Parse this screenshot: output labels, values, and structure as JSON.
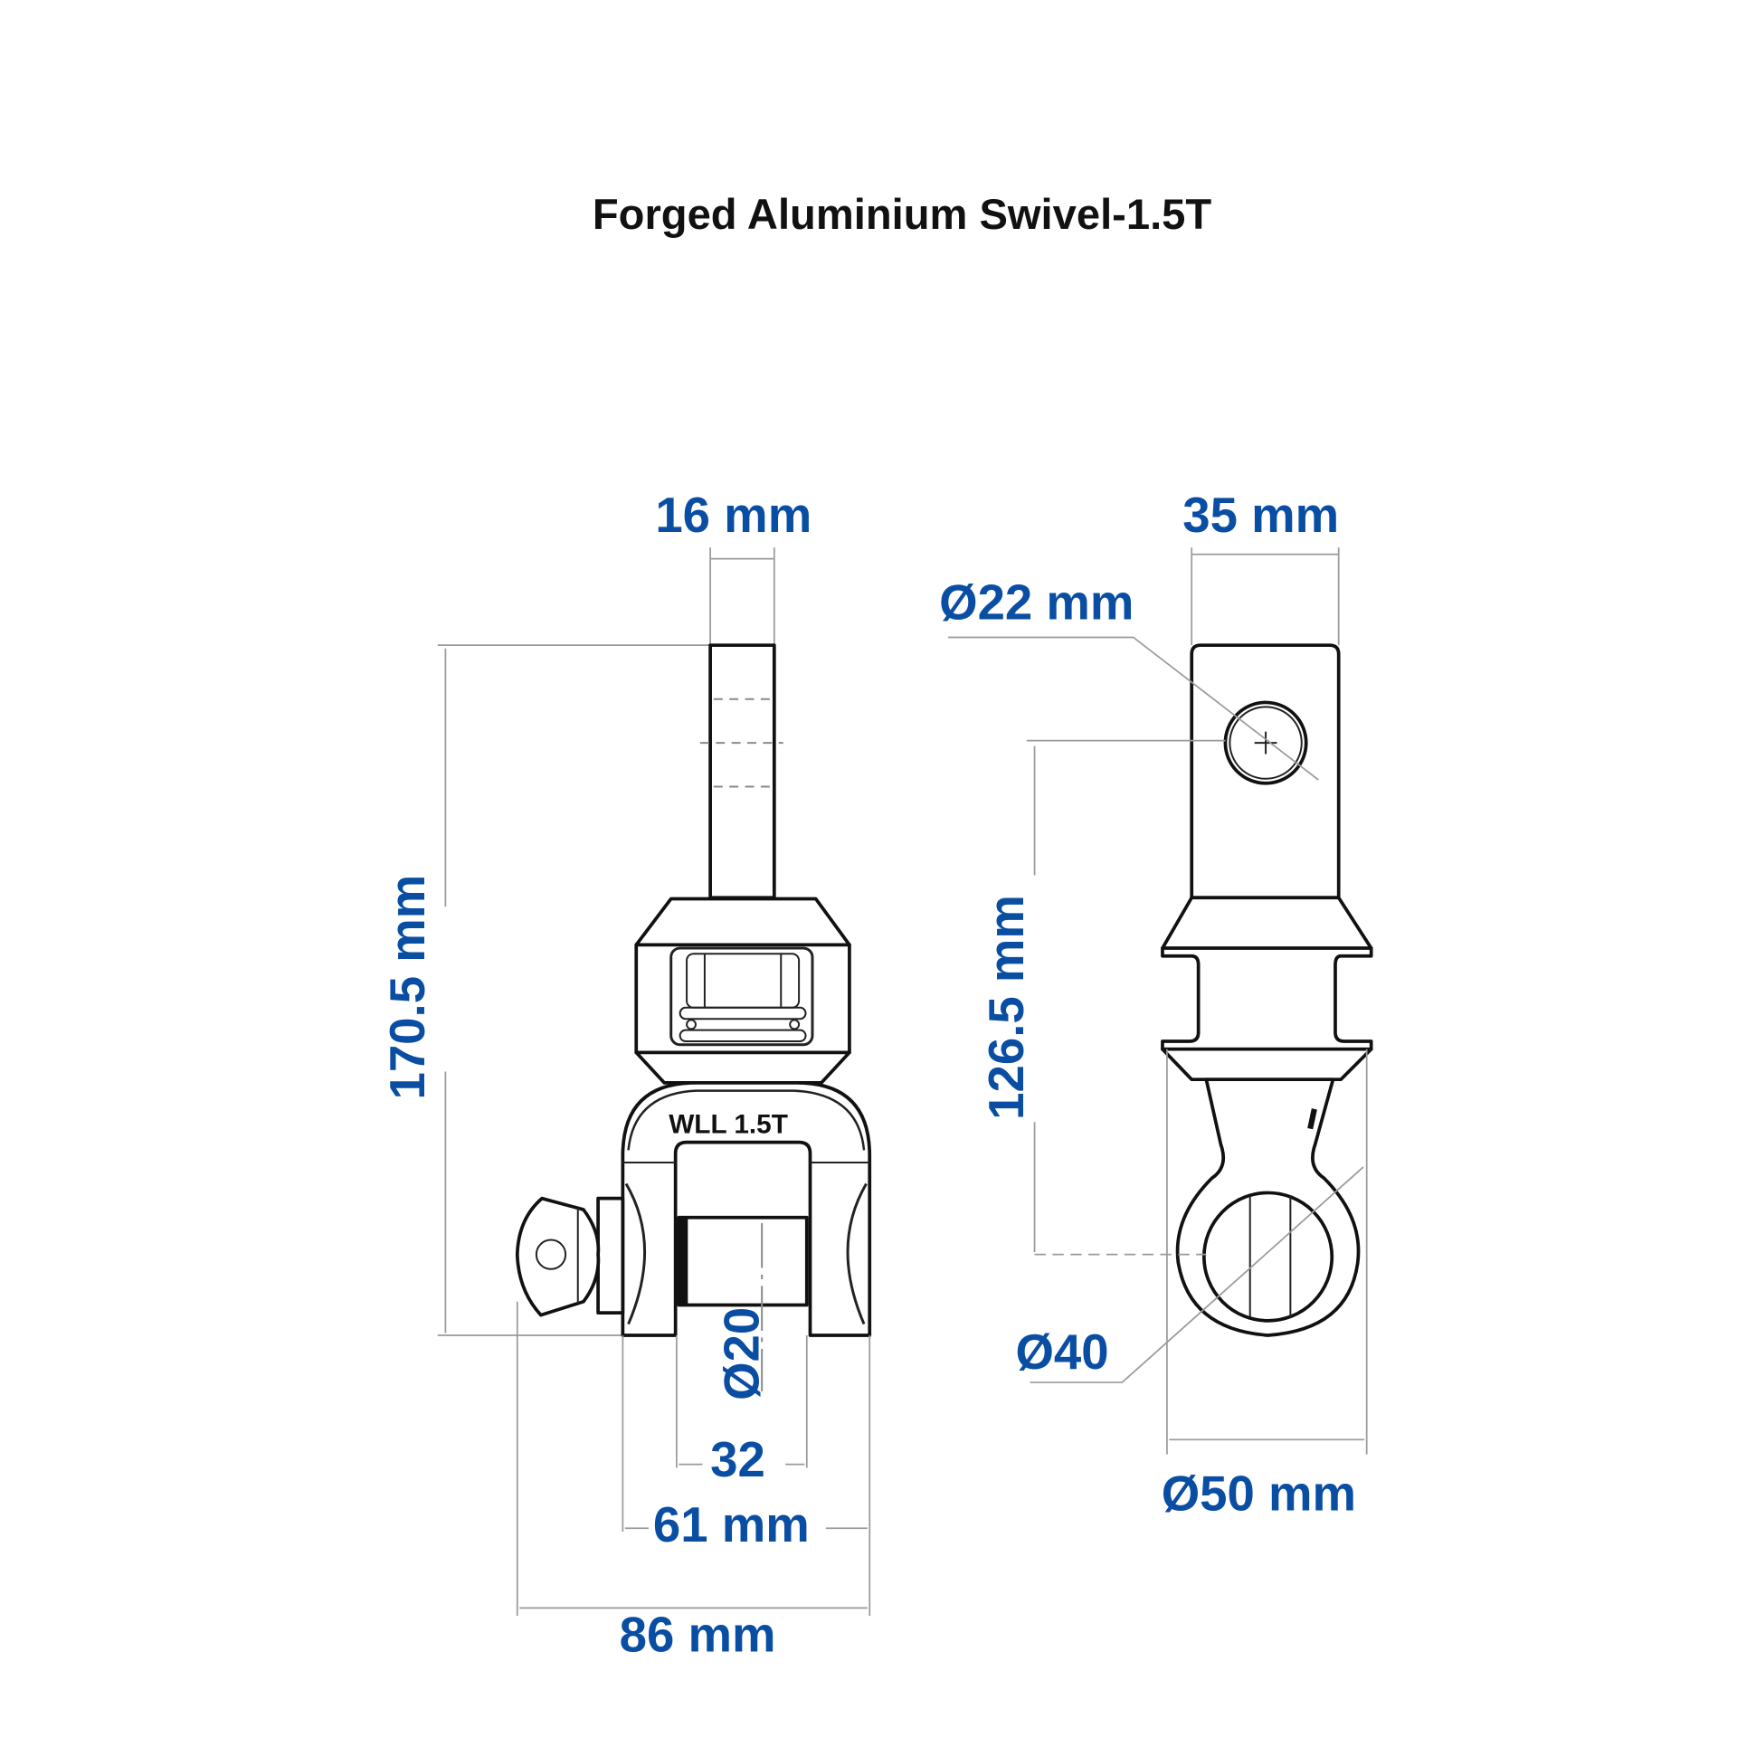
{
  "title": "Forged Aluminium Swivel-1.5T",
  "colors": {
    "dimension_text": "#0a4ea3",
    "outline": "#111111",
    "dimension_line": "#9a9a9a",
    "background": "#ffffff"
  },
  "front_view": {
    "stamp": "WLL  1.5T",
    "dimensions": {
      "shaft_width": "16 mm",
      "overall_height": "170.5 mm",
      "pin_diameter": "Ø20",
      "jaw_opening": "32",
      "jaw_width": "61 mm",
      "overall_width": "86 mm"
    }
  },
  "side_view": {
    "dimensions": {
      "tang_width": "35 mm",
      "hole_diameter": "Ø22 mm",
      "center_to_center": "126.5 mm",
      "eye_inner_diameter": "Ø40",
      "eye_outer_diameter": "Ø50 mm"
    }
  }
}
